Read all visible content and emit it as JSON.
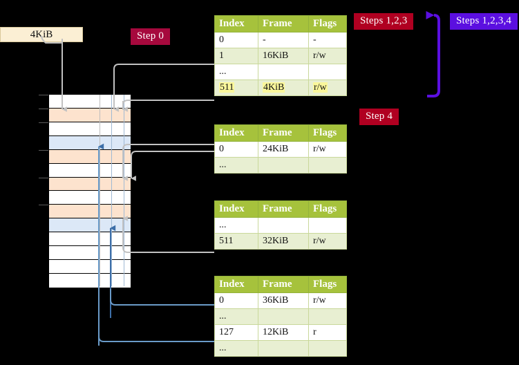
{
  "labels": {
    "size_box": "4KiB",
    "step0": "Step 0",
    "step4": "Step 4",
    "steps123": "Steps 1,2,3",
    "steps1234": "Steps 1,2,3,4"
  },
  "colors": {
    "header_green": "#A6C23C",
    "row_alt": "#E8EFD2",
    "highlight_yellow": "#FAF79B",
    "badge_red": "#A6093D",
    "badge_crimson": "#B00021",
    "badge_purple": "#5B0FE0",
    "mem_orange": "#FDE3CE",
    "mem_blue": "#DCE8F7",
    "box_cream": "#FBEFD4",
    "arrow_gray": "#B9B9B9",
    "arrow_blue": "#5588BB"
  },
  "table_headers": [
    "Index",
    "Frame",
    "Flags"
  ],
  "tables": [
    {
      "name": "pml4-table",
      "rows": [
        {
          "index": "0",
          "frame": "-",
          "flags": "-",
          "style": "plain",
          "highlight": false
        },
        {
          "index": "1",
          "frame": "16KiB",
          "flags": "r/w",
          "style": "alt",
          "highlight": false
        },
        {
          "index": "...",
          "frame": "",
          "flags": "",
          "style": "plain",
          "highlight": false
        },
        {
          "index": "511",
          "frame": "4KiB",
          "flags": "r/w",
          "style": "alt",
          "highlight": true
        }
      ]
    },
    {
      "name": "pdp-table",
      "rows": [
        {
          "index": "0",
          "frame": "24KiB",
          "flags": "r/w",
          "style": "plain",
          "highlight": false
        },
        {
          "index": "...",
          "frame": "",
          "flags": "",
          "style": "alt",
          "highlight": false
        }
      ]
    },
    {
      "name": "pd-table",
      "rows": [
        {
          "index": "...",
          "frame": "",
          "flags": "",
          "style": "plain",
          "highlight": false
        },
        {
          "index": "511",
          "frame": "32KiB",
          "flags": "r/w",
          "style": "alt",
          "highlight": false
        }
      ]
    },
    {
      "name": "pt-table",
      "rows": [
        {
          "index": "0",
          "frame": "36KiB",
          "flags": "r/w",
          "style": "plain",
          "highlight": false
        },
        {
          "index": "...",
          "frame": "",
          "flags": "",
          "style": "alt",
          "highlight": false
        },
        {
          "index": "127",
          "frame": "12KiB",
          "flags": "r",
          "style": "plain",
          "highlight": false
        },
        {
          "index": "...",
          "frame": "",
          "flags": "",
          "style": "alt",
          "highlight": false
        }
      ]
    }
  ],
  "memory_grid": {
    "rows": [
      {
        "fill": "white",
        "tick": true
      },
      {
        "fill": "orange",
        "tick": true
      },
      {
        "fill": "white",
        "tick": true
      },
      {
        "fill": "blue",
        "tick": false
      },
      {
        "fill": "orange",
        "tick": true
      },
      {
        "fill": "white",
        "tick": false
      },
      {
        "fill": "orange",
        "tick": true
      },
      {
        "fill": "white",
        "tick": false
      },
      {
        "fill": "orange",
        "tick": true
      },
      {
        "fill": "blue",
        "tick": false
      },
      {
        "fill": "white",
        "tick": false
      },
      {
        "fill": "white",
        "tick": false
      },
      {
        "fill": "white",
        "tick": false
      },
      {
        "fill": "white",
        "tick": false
      }
    ]
  }
}
